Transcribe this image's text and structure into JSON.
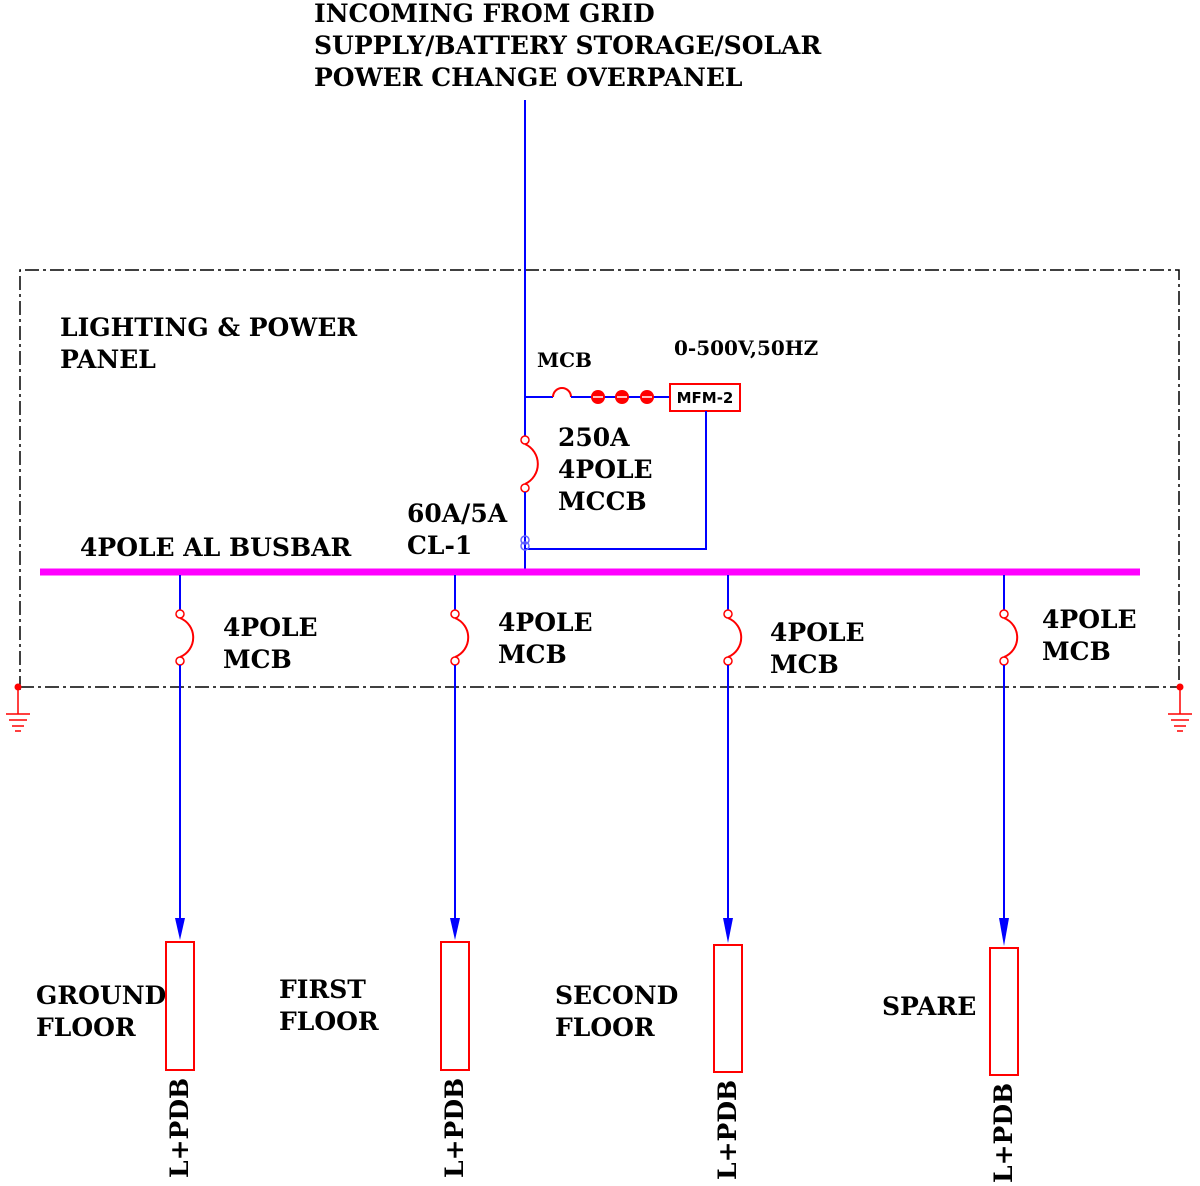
{
  "incoming_label": [
    "INCOMING FROM GRID",
    "SUPPLY/BATTERY STORAGE/SOLAR",
    "POWER CHANGE OVERPANEL"
  ],
  "panel_label": [
    "LIGHTING & POWER",
    "PANEL"
  ],
  "mcb_label": "MCB",
  "meter_rating": "0-500V,50HZ",
  "meter_label": "MFM-2",
  "mccb_label": [
    "250A",
    "4POLE",
    "MCCB"
  ],
  "ct_label": [
    "60A/5A",
    "CL-1"
  ],
  "busbar_label": "4POLE AL BUSBAR",
  "feeders": [
    {
      "breaker": [
        "4POLE",
        "MCB"
      ],
      "load": [
        "GROUND",
        "FLOOR"
      ],
      "board": "L+PDB"
    },
    {
      "breaker": [
        "4POLE",
        "MCB"
      ],
      "load": [
        "FIRST",
        "FLOOR"
      ],
      "board": "L+PDB"
    },
    {
      "breaker": [
        "4POLE",
        "MCB"
      ],
      "load": [
        "SECOND",
        "FLOOR"
      ],
      "board": "L+PDB"
    },
    {
      "breaker": [
        "4POLE",
        "MCB"
      ],
      "load": [
        "SPARE"
      ],
      "board": "L+PDB"
    }
  ],
  "colors": {
    "wire": "#0000ff",
    "device": "#ff0000",
    "busbar": "#ff00ff",
    "panel_border": "#000000",
    "text": "#000000"
  }
}
